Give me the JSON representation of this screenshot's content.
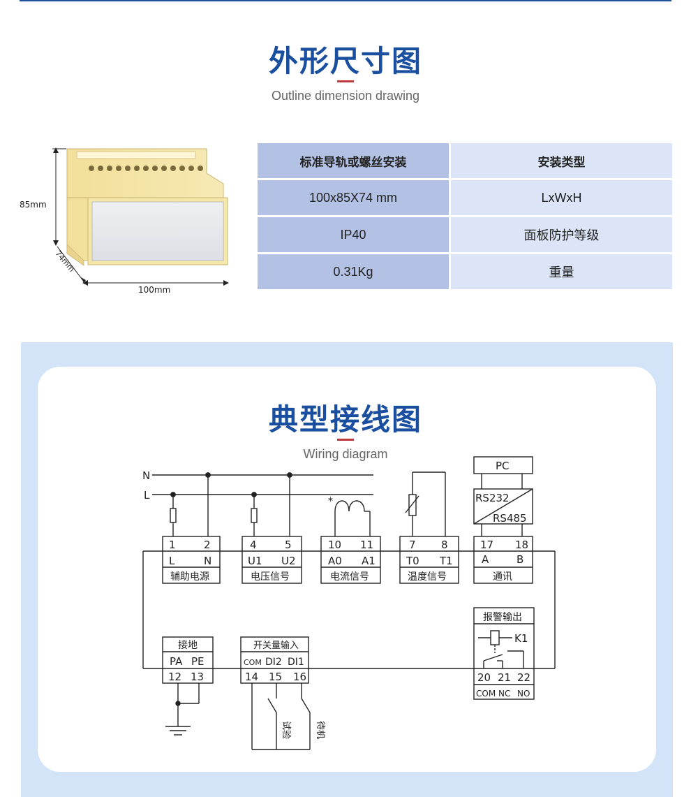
{
  "outline": {
    "title": "外形尺寸图",
    "subtitle": "Outline dimension drawing",
    "dims": {
      "height": "85mm",
      "depth": "74mm",
      "width": "100mm"
    },
    "table": {
      "header": [
        "标准导轨或螺丝安装",
        "安装类型"
      ],
      "rows": [
        [
          "100x85X74 mm",
          "LxWxH"
        ],
        [
          "IP40",
          "面板防护等级"
        ],
        [
          "0.31Kg",
          "重量"
        ]
      ]
    }
  },
  "wiring": {
    "title": "典型接线图",
    "subtitle": "Wiring diagram",
    "lines": {
      "n": "N",
      "l": "L"
    },
    "pc": "PC",
    "rs232": "RS232",
    "rs485": "RS485",
    "groups": [
      {
        "nums": [
          "1",
          "2"
        ],
        "terms": [
          "L",
          "N"
        ],
        "label": "辅助电源"
      },
      {
        "nums": [
          "4",
          "5"
        ],
        "terms": [
          "U1",
          "U2"
        ],
        "label": "电压信号"
      },
      {
        "nums": [
          "10",
          "11"
        ],
        "terms": [
          "A0",
          "A1"
        ],
        "label": "电流信号"
      },
      {
        "nums": [
          "7",
          "8"
        ],
        "terms": [
          "T0",
          "T1"
        ],
        "label": "温度信号"
      },
      {
        "nums": [
          "17",
          "18"
        ],
        "terms": [
          "A",
          "B"
        ],
        "label": "通讯"
      }
    ],
    "ground": {
      "label": "接地",
      "terms": [
        "PA",
        "PE"
      ],
      "nums": [
        "12",
        "13"
      ]
    },
    "switch": {
      "label": "开关量输入",
      "terms": [
        "COM",
        "DI2",
        "DI1"
      ],
      "nums": [
        "14",
        "15",
        "16"
      ],
      "test": "试验",
      "standby": "待机"
    },
    "alarm": {
      "label": "报警输出",
      "relay": "K1",
      "nums": [
        "20",
        "21",
        "22"
      ],
      "terms": [
        "COM",
        "NC",
        "NO"
      ]
    },
    "ct_mark": "*"
  }
}
